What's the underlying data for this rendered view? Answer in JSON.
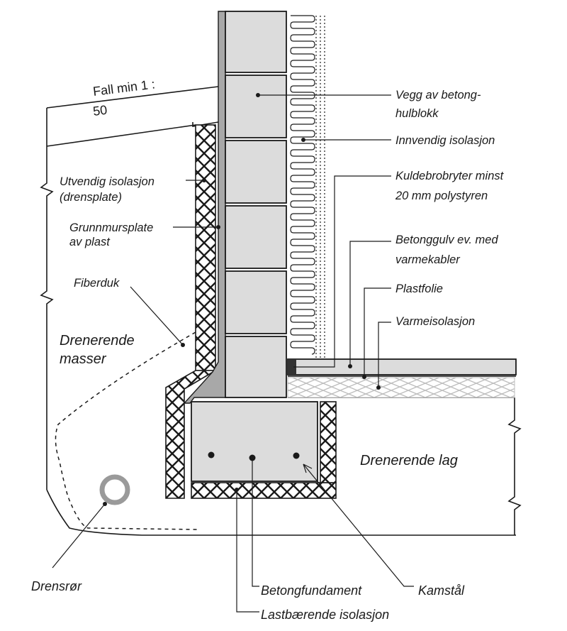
{
  "slope": {
    "label_line1": "Fall min 1 :",
    "label_line2": "50"
  },
  "labels": {
    "wall": [
      "Vegg av betong-",
      "hulblokk"
    ],
    "inner_insulation": "Innvendig isolasjon",
    "thermal_break": [
      "Kuldebrobryter minst",
      "20 mm polystyren"
    ],
    "concrete_floor": [
      "Betonggulv ev. med",
      "varmekabler"
    ],
    "plastic_foil": "Plastfolie",
    "heat_insulation": "Varmeisolasjon",
    "outer_insulation": [
      "Utvendig isolasjon",
      "(drensplate)"
    ],
    "foundation_board": [
      "Grunnmursplate",
      "av plast"
    ],
    "filter_cloth": "Fiberduk",
    "draining_masses": [
      "Drenerende",
      "masser"
    ],
    "draining_layer": "Drenerende lag",
    "drain_pipe": "Drensrør",
    "concrete_footing": "Betongfundament",
    "rebar": "Kamstål",
    "load_insulation": "Lastbærende isolasjon"
  },
  "colors": {
    "block_fill": "#dcdcdc",
    "plastic_board": "#a8a8a8",
    "floor_fill": "#dcdcdc",
    "insulation_pattern": "#bfbfbf",
    "drain_pipe": "#9a9a9a",
    "line": "#1a1a1a"
  }
}
